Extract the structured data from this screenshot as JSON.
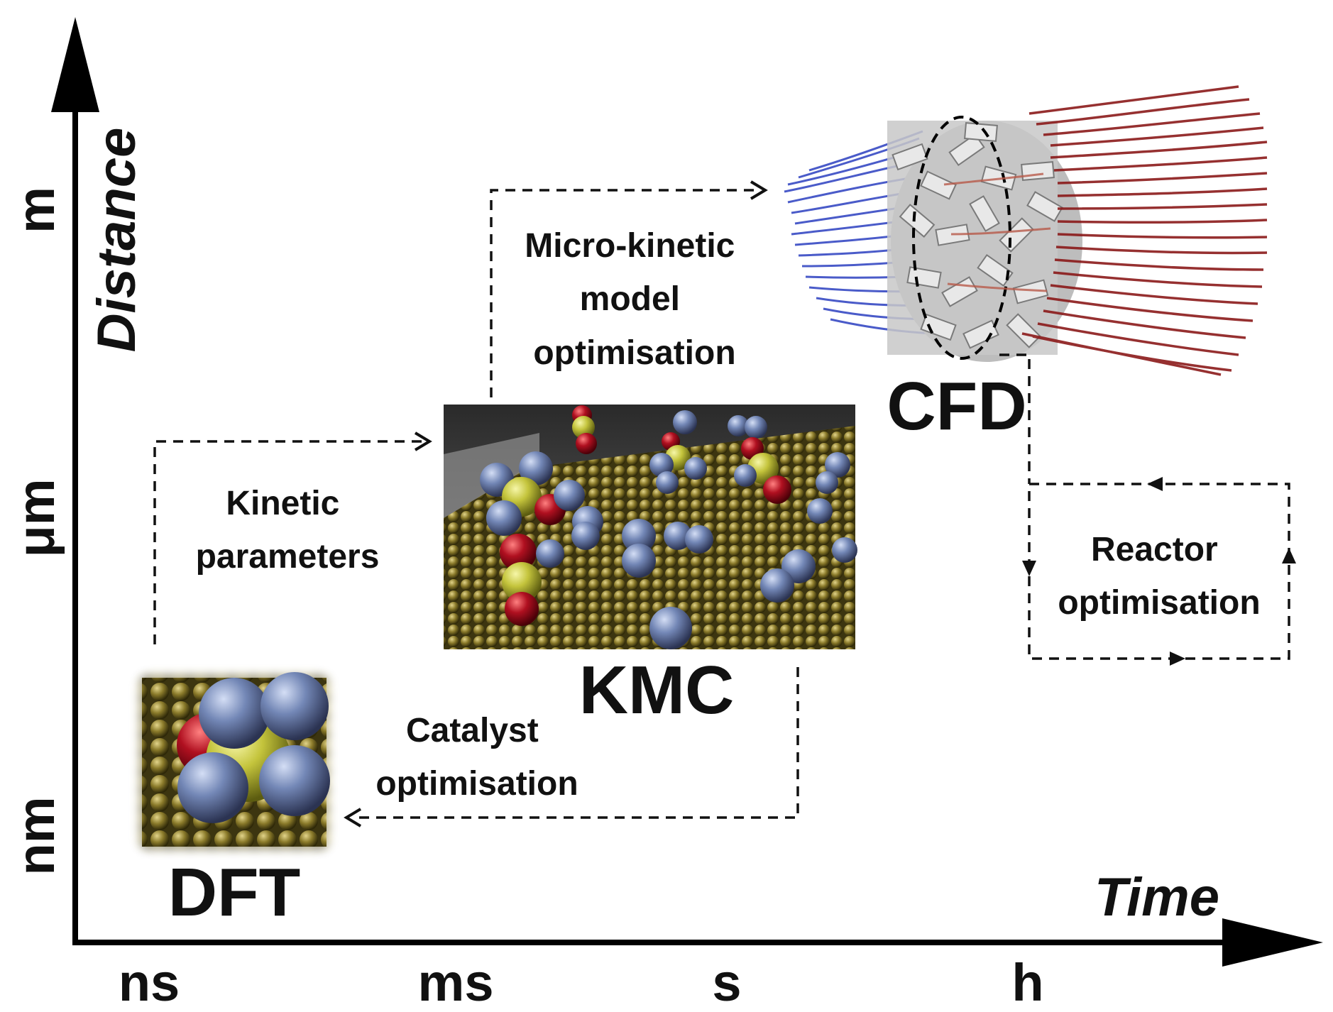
{
  "axes": {
    "x_title": "Time",
    "y_title": "Distance",
    "x_ticks": [
      "ns",
      "ms",
      "s",
      "h"
    ],
    "y_ticks": [
      "nm",
      "μm",
      "m"
    ]
  },
  "methods": {
    "dft": "DFT",
    "kmc": "KMC",
    "cfd": "CFD"
  },
  "arrows": {
    "kinetic": [
      "Kinetic",
      "parameters"
    ],
    "microkinetic": [
      "Micro-kinetic",
      "model",
      "optimisation"
    ],
    "catalyst": [
      "Catalyst",
      "optimisation"
    ],
    "reactor": [
      "Reactor",
      "optimisation"
    ]
  },
  "colors": {
    "axis": "#000000",
    "surface_gold": "#8a7a2a",
    "atom_blue": "#6f82b0",
    "atom_red": "#b01020",
    "atom_yellow": "#c8c840",
    "flow_blue": "#2b3fc0",
    "flow_red": "#8b1a1a"
  }
}
